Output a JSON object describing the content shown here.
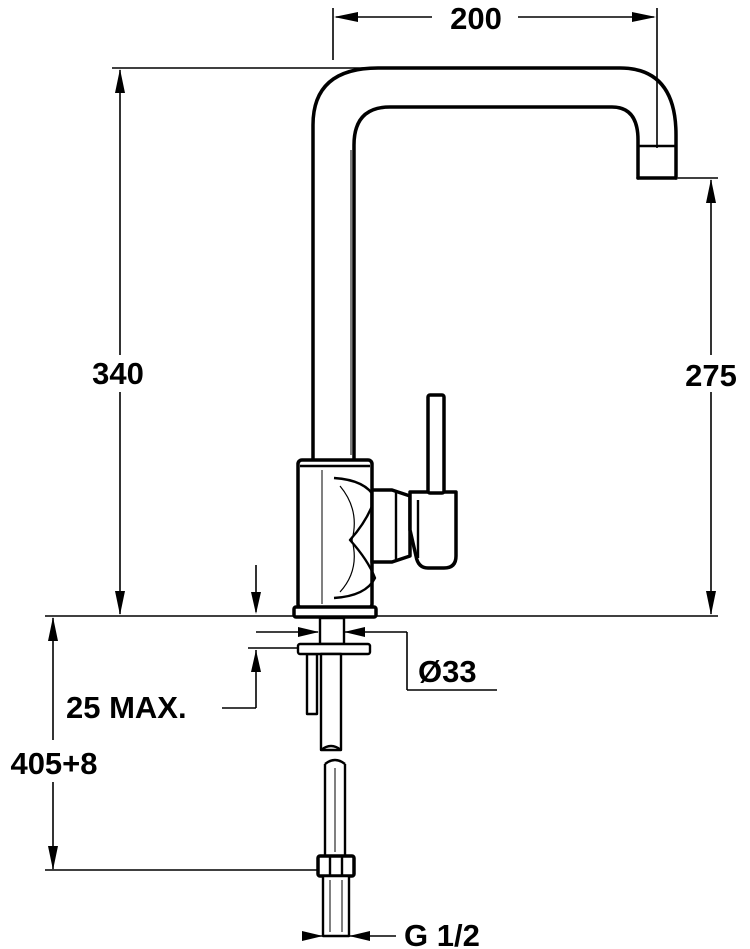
{
  "drawing": {
    "line_color": "#000000",
    "background": "#ffffff"
  },
  "dimensions": {
    "width_top": "200",
    "height_total": "340",
    "height_spout": "275",
    "diameter": "Ø33",
    "deck_thickness": "25 MAX.",
    "hose_length": "405+8",
    "thread": "G 1/2"
  }
}
